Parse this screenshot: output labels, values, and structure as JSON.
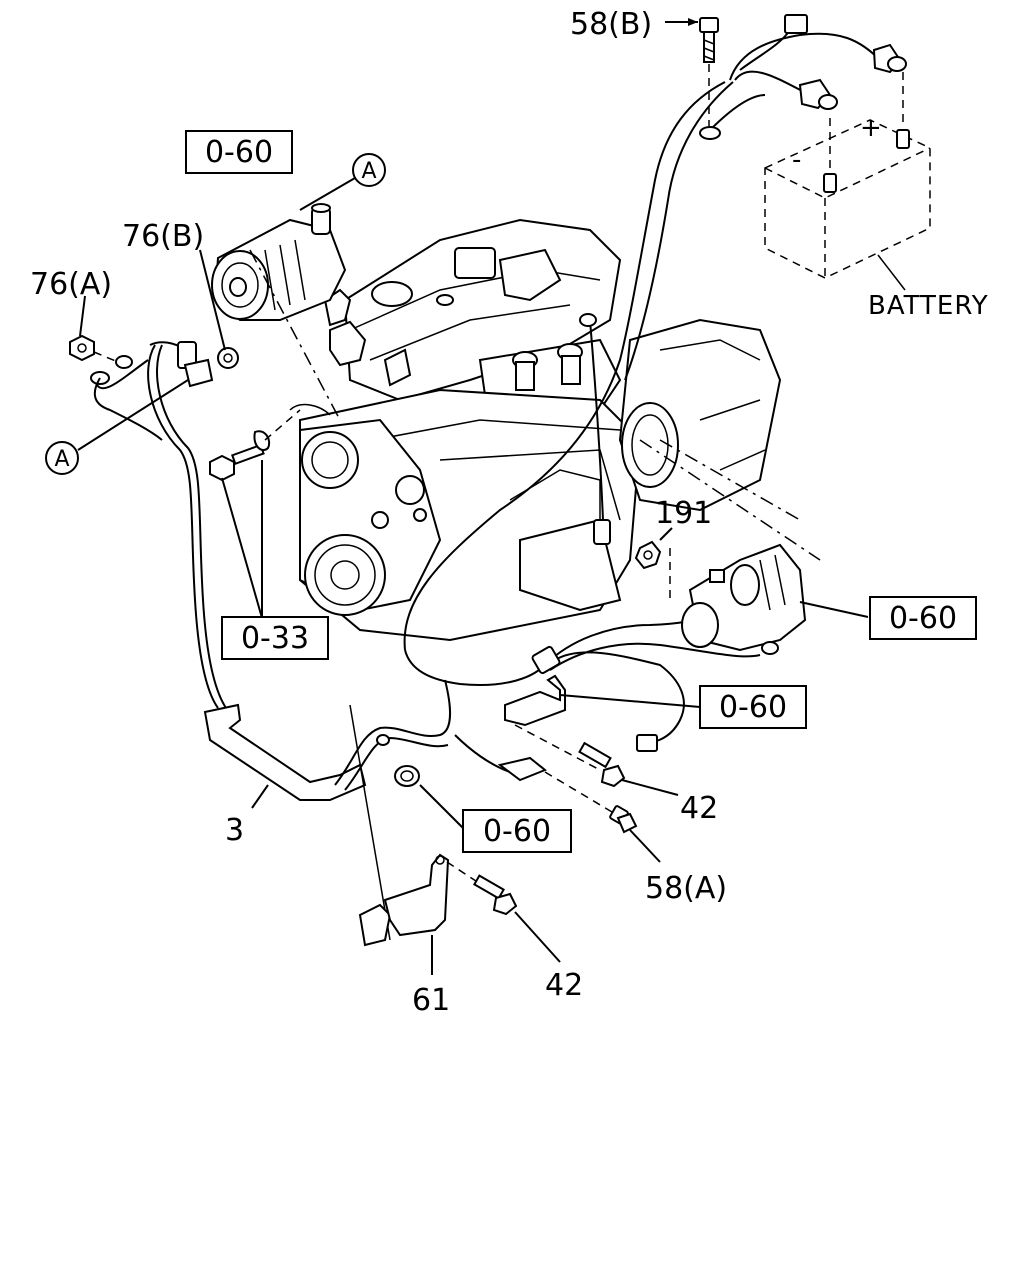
{
  "labels": {
    "p58b": "58(B)",
    "p76b": "76(B)",
    "p76a": "76(A)",
    "p191": "191",
    "p42_upper": "42",
    "p42_lower": "42",
    "p58a": "58(A)",
    "p3": "3",
    "p61": "61",
    "battery": "BATTERY",
    "battery_plus": "+",
    "battery_minus": "-"
  },
  "ref_boxes": {
    "alternator": "0-60",
    "bolt_033": "0-33",
    "starter": "0-60",
    "bracket_right": "0-60",
    "bracket_center": "0-60"
  },
  "circle_markers": {
    "top": "A",
    "left": "A"
  }
}
